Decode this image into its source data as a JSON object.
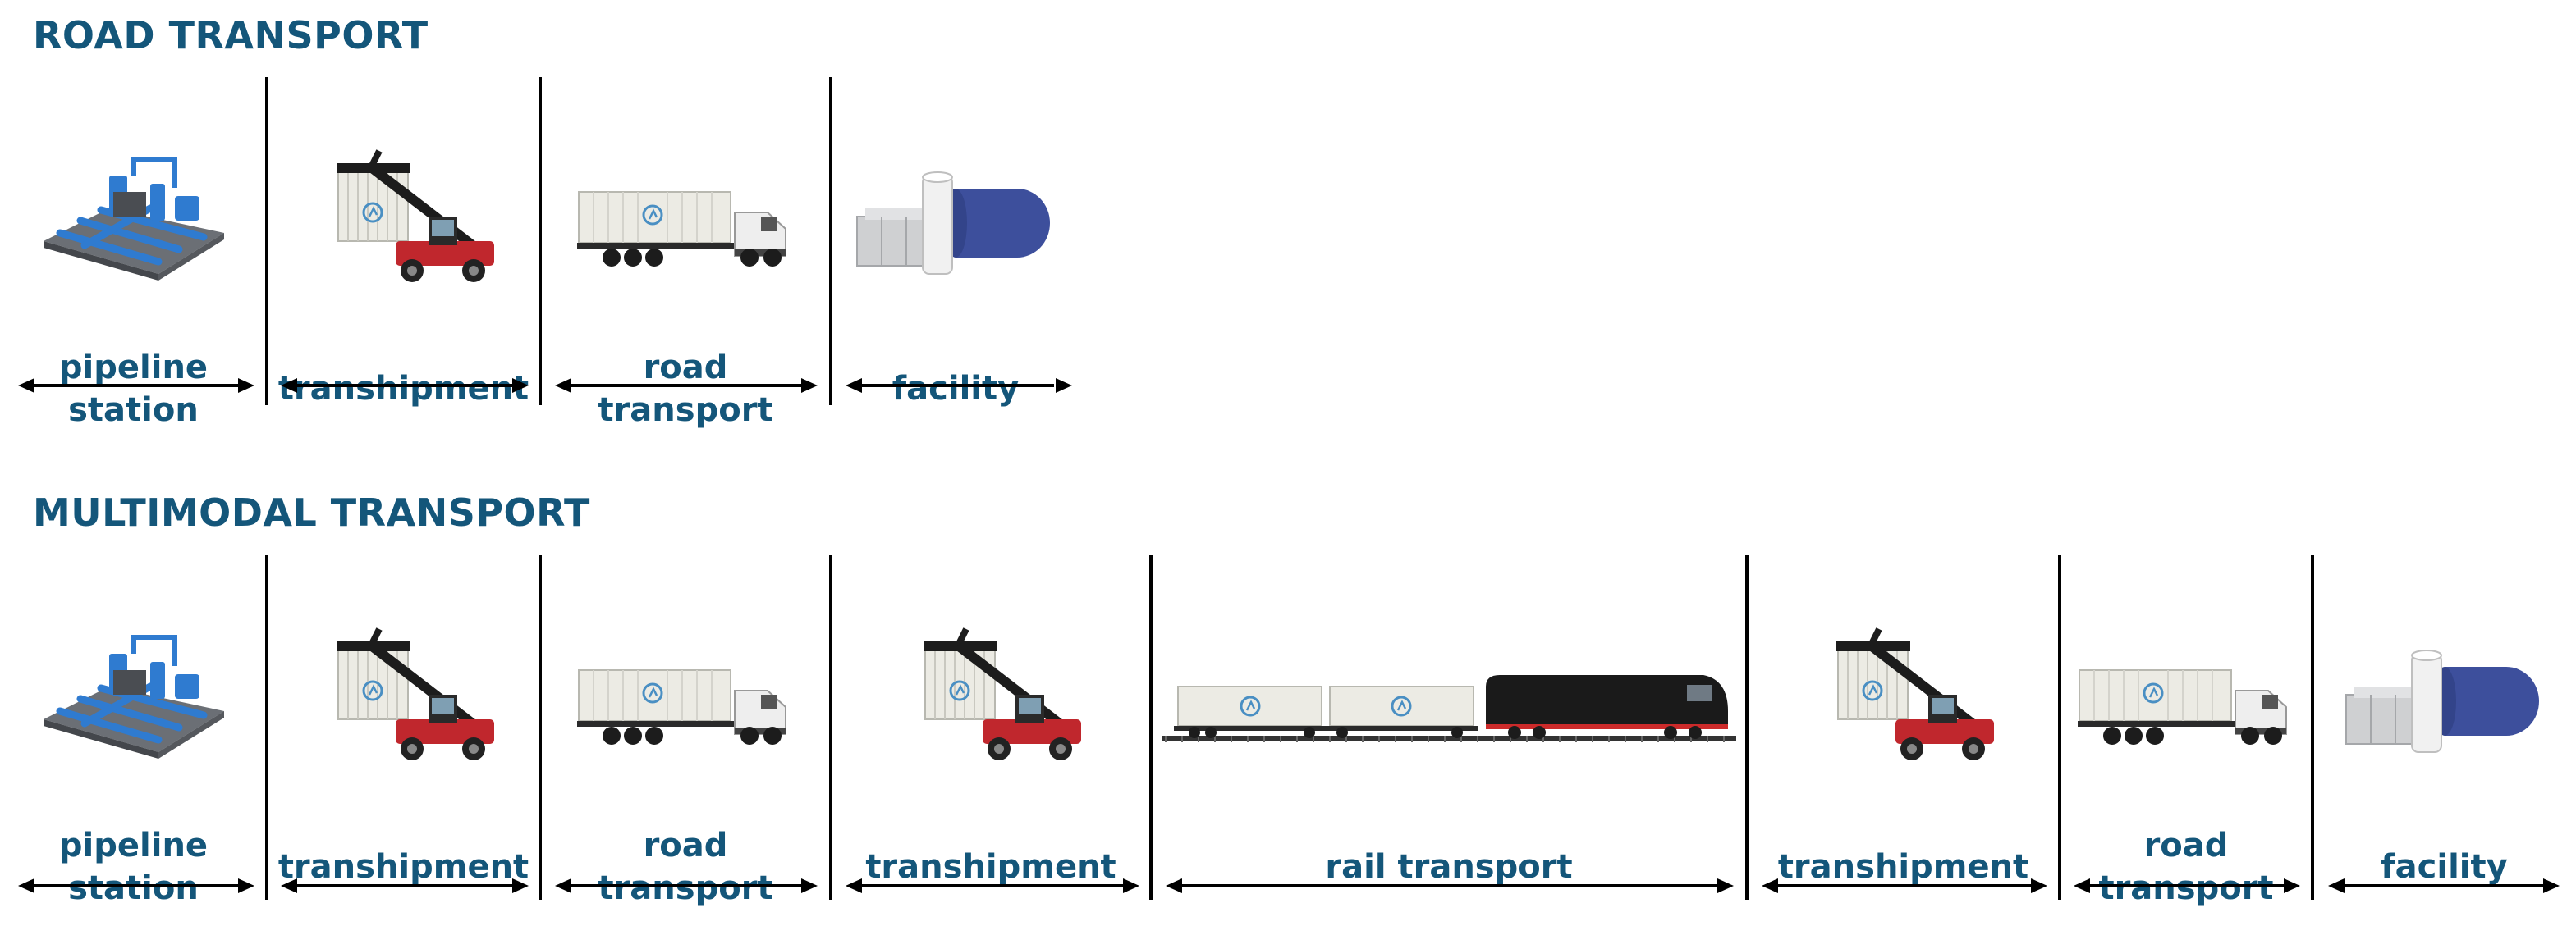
{
  "diagram": {
    "colors": {
      "title": "#14567a",
      "label": "#14567a",
      "line": "#000000",
      "crane_red": "#c0272d",
      "container": "#ecebe4",
      "logo": "#4a8fc3",
      "pipe_blue": "#2f7bd0",
      "tank_blue": "#3d4f9c",
      "locomotive": "#1a1a1a"
    },
    "sections": [
      {
        "title": "ROAD TRANSPORT",
        "steps": [
          {
            "label": "pipeline\nstation",
            "icon": "pipeline-station-icon"
          },
          {
            "label": "transhipment",
            "icon": "reach-stacker-icon"
          },
          {
            "label": "road\ntransport",
            "icon": "container-truck-icon"
          },
          {
            "label": "facility",
            "icon": "storage-facility-icon"
          }
        ]
      },
      {
        "title": "MULTIMODAL TRANSPORT",
        "steps": [
          {
            "label": "pipeline\nstation",
            "icon": "pipeline-station-icon"
          },
          {
            "label": "transhipment",
            "icon": "reach-stacker-icon"
          },
          {
            "label": "road\ntransport",
            "icon": "container-truck-icon"
          },
          {
            "label": "transhipment",
            "icon": "reach-stacker-icon"
          },
          {
            "label": "rail transport",
            "icon": "container-train-icon"
          },
          {
            "label": "transhipment",
            "icon": "reach-stacker-icon"
          },
          {
            "label": "road\ntransport",
            "icon": "container-truck-icon"
          },
          {
            "label": "facility",
            "icon": "storage-facility-icon"
          }
        ]
      }
    ]
  }
}
